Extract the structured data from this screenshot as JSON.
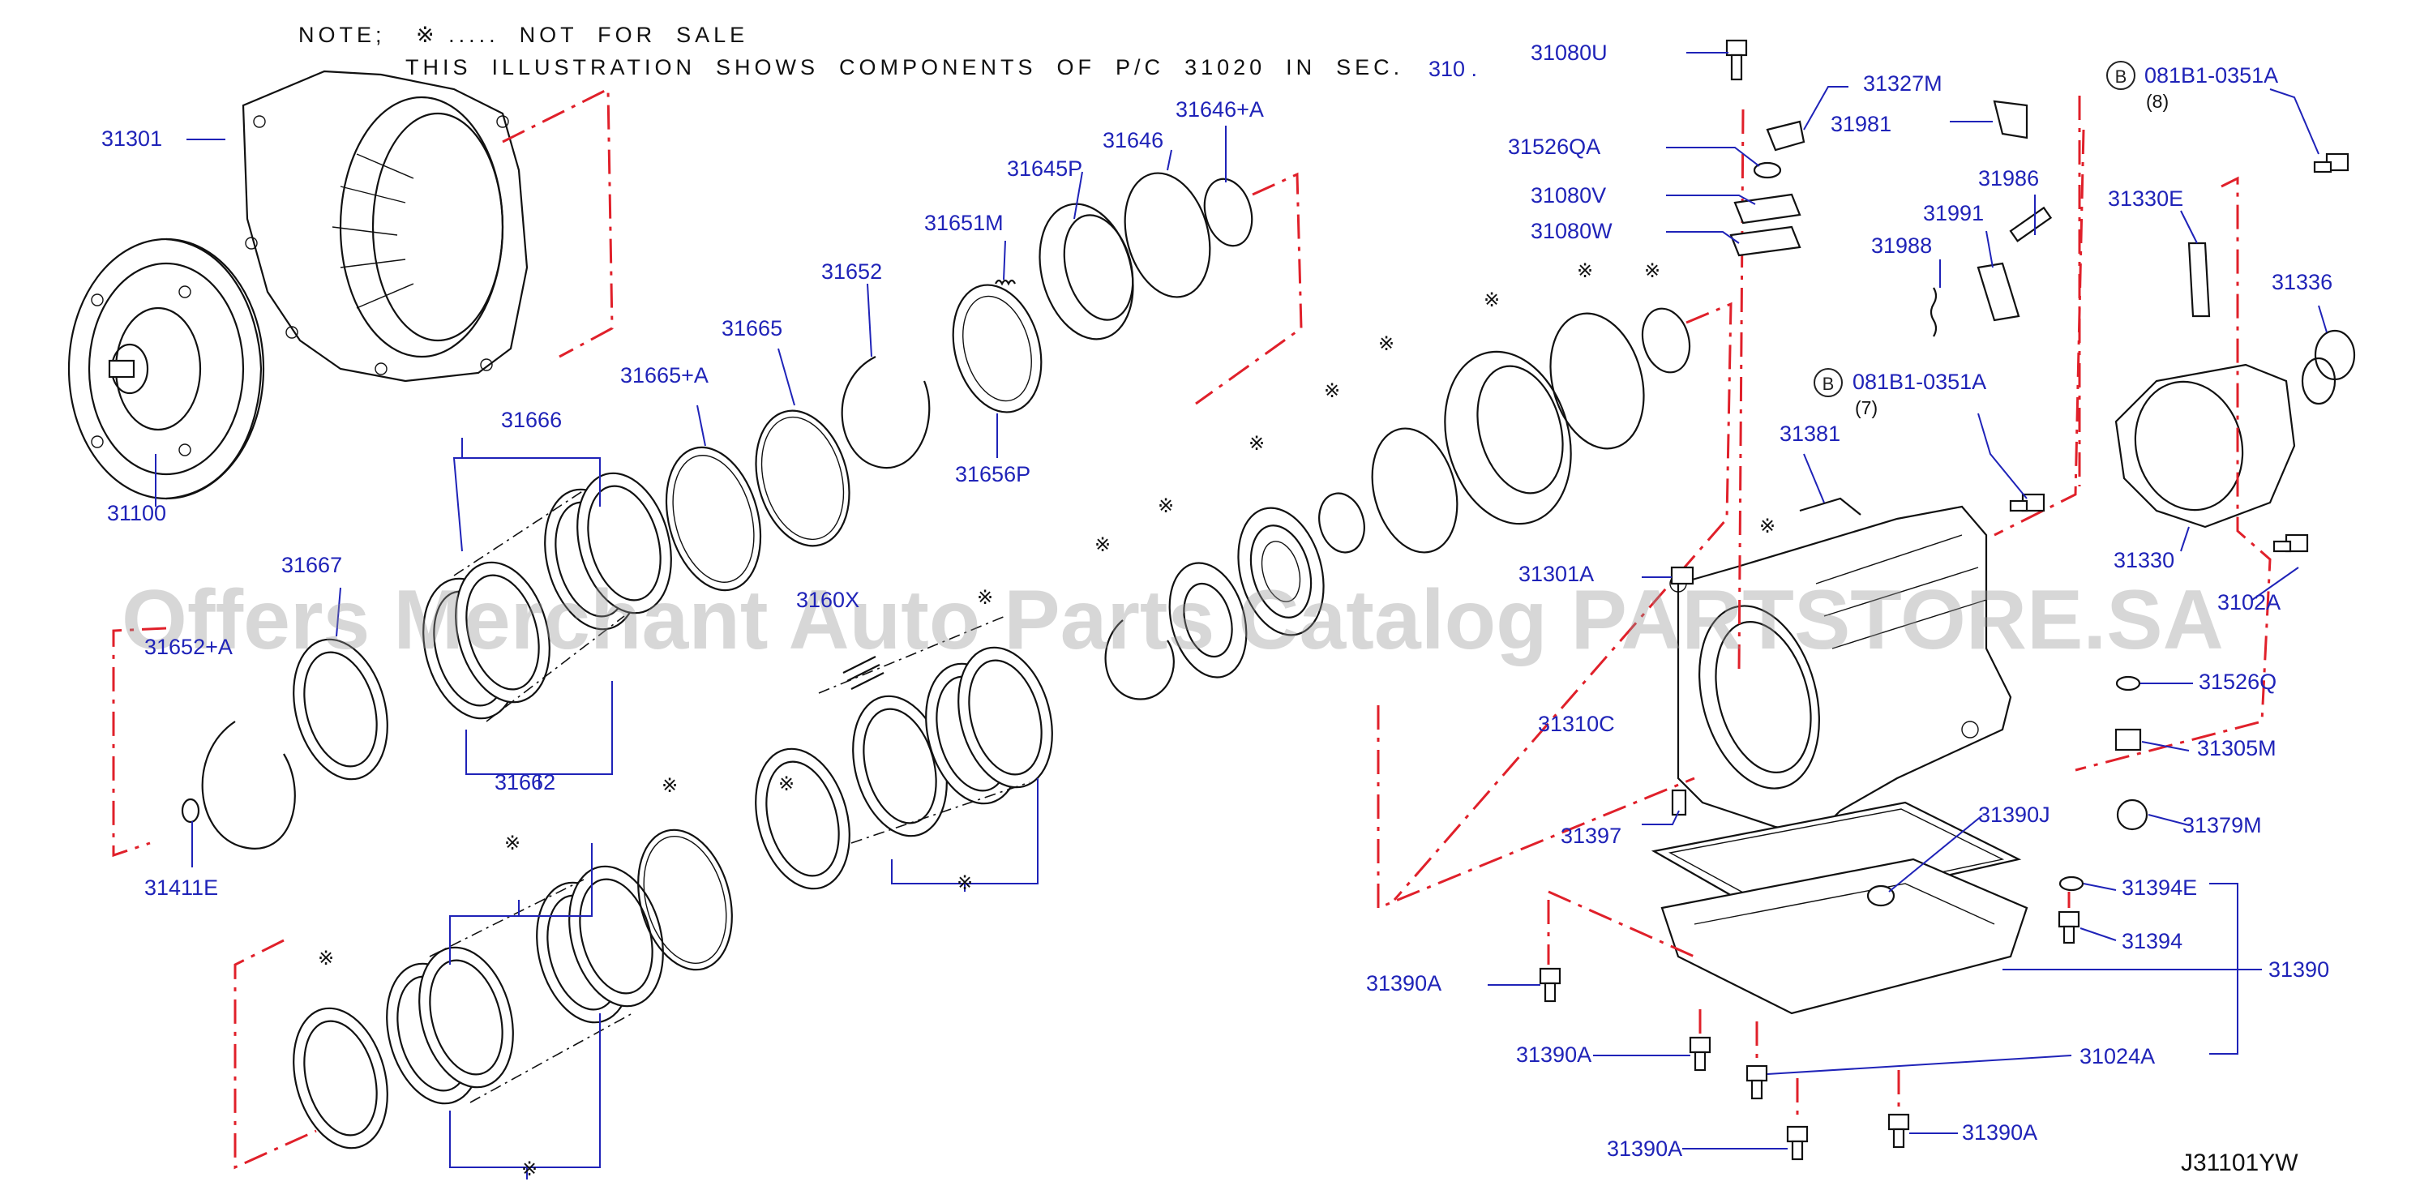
{
  "header": {
    "note_line1": "NOTE;   ※ .....  NOT  FOR  SALE",
    "note_line2": "THIS  ILLUSTRATION  SHOWS  COMPONENTS  OF  P/C  31020  IN  SEC.",
    "sec_ref": "310  ."
  },
  "watermark": "Offers Merchant Auto Parts Catalog PARTSTORE.SA",
  "diagram_code": "J31101YW",
  "colors": {
    "label": "#1f23b8",
    "line": "#111111",
    "phantom": "#e0202a"
  },
  "not_for_sale_mark": "※",
  "badges": [
    {
      "letter": "B",
      "part": "081B1-0351A",
      "qty": "(8)"
    },
    {
      "letter": "B",
      "part": "081B1-0351A",
      "qty": "(7)"
    }
  ],
  "labels": {
    "p31301": "31301",
    "p31100": "31100",
    "p31645P": "31645P",
    "p31646": "31646",
    "p31646A": "31646+A",
    "p31651M": "31651M",
    "p31652": "31652",
    "p31656P": "31656P",
    "p31665": "31665",
    "p31665A": "31665+A",
    "p31666": "31666",
    "p31667": "31667",
    "p31652A": "31652+A",
    "p31662": "31662",
    "p31411E": "31411E",
    "p3160X": "3160X",
    "p31080U": "31080U",
    "p31327M": "31327M",
    "p31981": "31981",
    "p31526QA": "31526QA",
    "p31080V": "31080V",
    "p31080W": "31080W",
    "p31986": "31986",
    "p31991": "31991",
    "p31988": "31988",
    "p31330E": "31330E",
    "p31336": "31336",
    "p31381": "31381",
    "p31330": "31330",
    "p31301A": "31301A",
    "p3102A": "3102A",
    "p31526Q": "31526Q",
    "p31305M": "31305M",
    "p31310C": "31310C",
    "p31379M": "31379M",
    "p31390J": "31390J",
    "p31397": "31397",
    "p31394E": "31394E",
    "p31394": "31394",
    "p31390": "31390",
    "p31390A_1": "31390A",
    "p31390A_2": "31390A",
    "p31024A": "31024A",
    "p31390A_3": "31390A",
    "p31390A_4": "31390A"
  }
}
